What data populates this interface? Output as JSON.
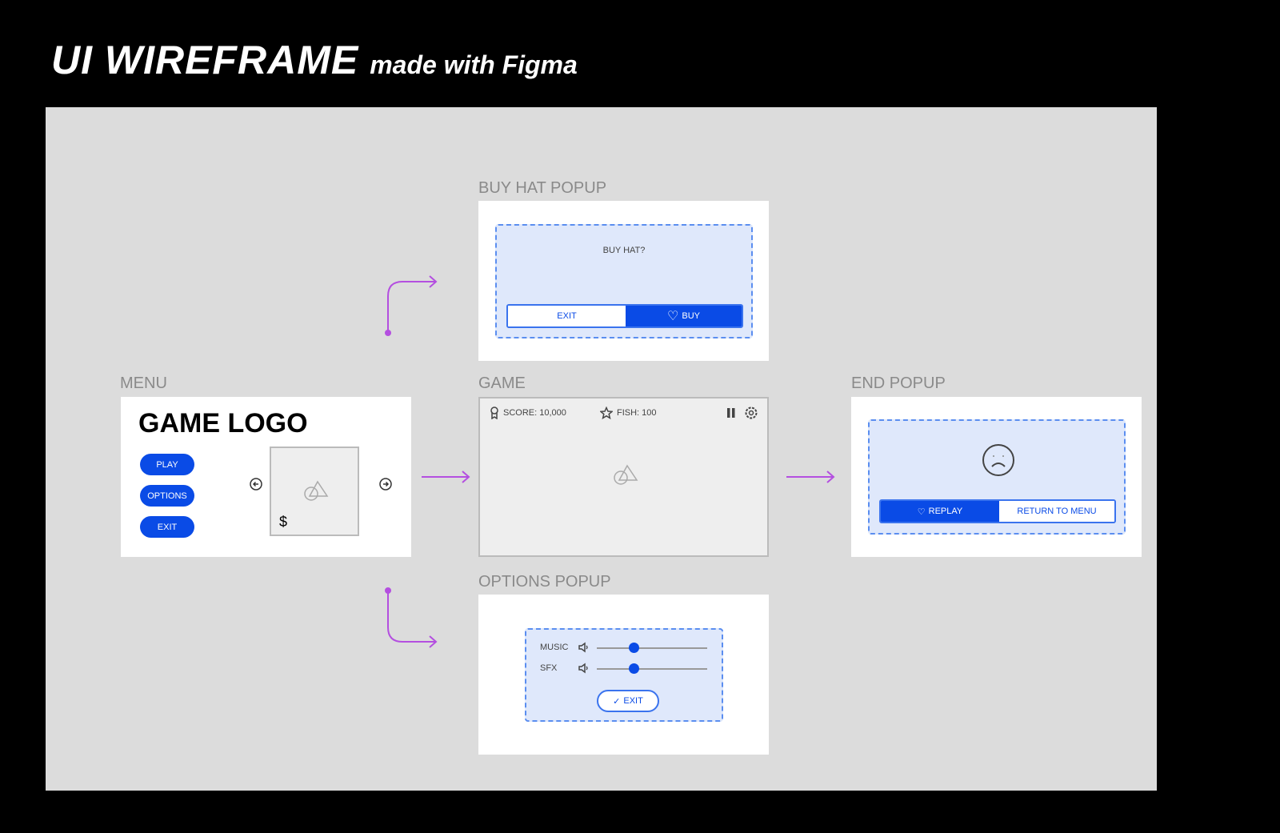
{
  "title": {
    "main": "UI WIREFRAME",
    "sub": "made with Figma"
  },
  "colors": {
    "accent": "#0a4be6",
    "arrow": "#b44fe0",
    "popup_bg": "#dfe8fb"
  },
  "menu": {
    "label": "MENU",
    "logo": "GAME LOGO",
    "buttons": [
      "PLAY",
      "OPTIONS",
      "EXIT"
    ],
    "price_symbol": "$"
  },
  "game": {
    "label": "GAME",
    "score": "SCORE: 10,000",
    "fish": "FISH: 100"
  },
  "end_popup": {
    "label": "END POPUP",
    "replay": "REPLAY",
    "return": "RETURN TO MENU"
  },
  "buy_popup": {
    "label": "BUY HAT POPUP",
    "question": "BUY HAT?",
    "exit": "EXIT",
    "buy": "BUY"
  },
  "options_popup": {
    "label": "OPTIONS POPUP",
    "music": "MUSIC",
    "sfx": "SFX",
    "music_value": 0.33,
    "sfx_value": 0.33,
    "exit": "EXIT"
  }
}
